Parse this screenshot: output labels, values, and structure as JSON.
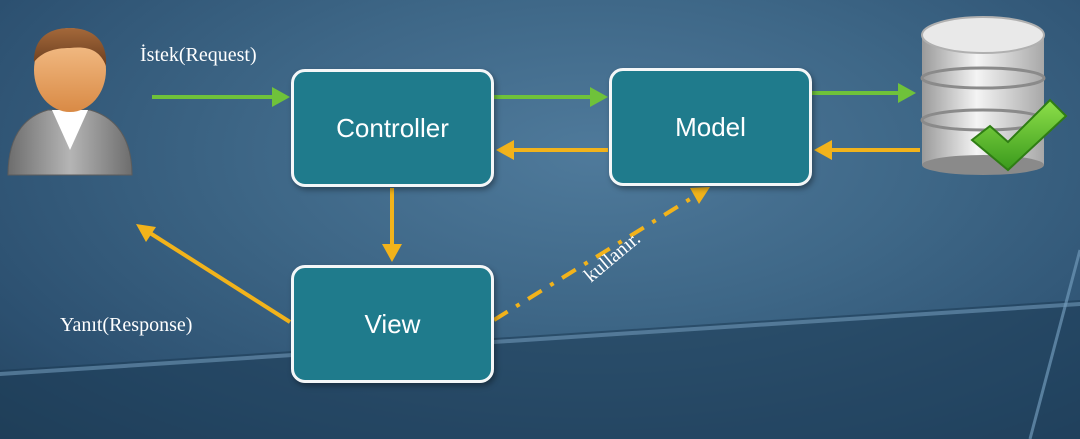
{
  "nodes": {
    "controller": "Controller",
    "model": "Model",
    "view": "View"
  },
  "labels": {
    "request": "İstek(Request)",
    "response": "Yanıt(Response)",
    "uses": "kullanır."
  },
  "actors": {
    "user": "user-icon",
    "database": "database-icon",
    "check": "checkmark-icon"
  },
  "colors": {
    "forward_arrow": "#6fc23a",
    "return_arrow": "#f2b31b",
    "box_fill": "#1f7b8c"
  }
}
